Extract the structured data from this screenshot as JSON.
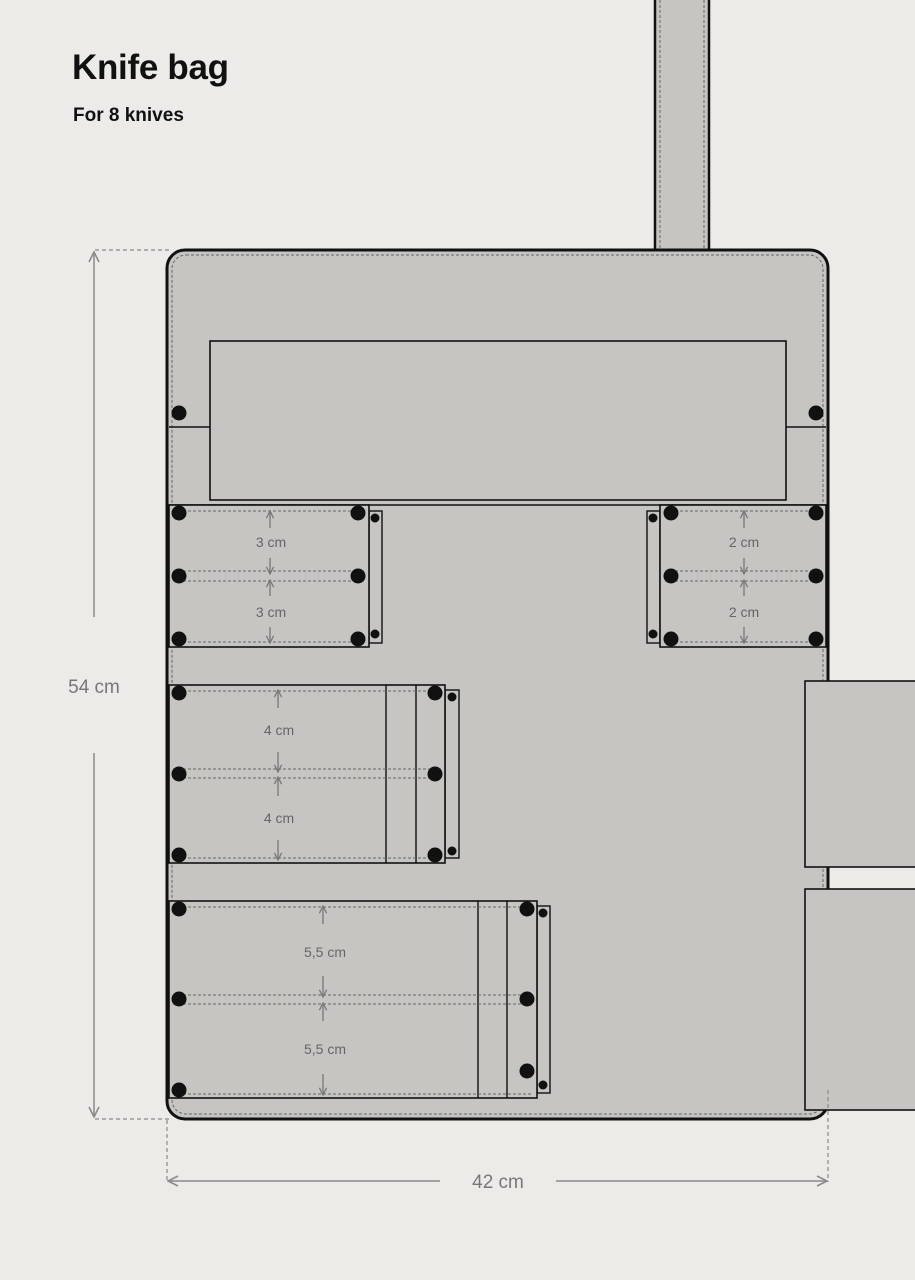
{
  "title": "Knife bag",
  "subtitle": "For 8 knives",
  "dimensions": {
    "height": "54 cm",
    "width": "42 cm"
  },
  "pocket_labels": {
    "left_small_top": "3 cm",
    "left_small_bottom": "3 cm",
    "right_small_top": "2 cm",
    "right_small_bottom": "2 cm",
    "medium_top": "4 cm",
    "medium_bottom": "4 cm",
    "large_top": "5,5 cm",
    "large_bottom": "5,5 cm"
  },
  "colors": {
    "background": "#ecebe7",
    "bag_fill": "#c6c5c1",
    "outline": "#111111",
    "dimension": "#8a8a88",
    "label": "#666666"
  }
}
